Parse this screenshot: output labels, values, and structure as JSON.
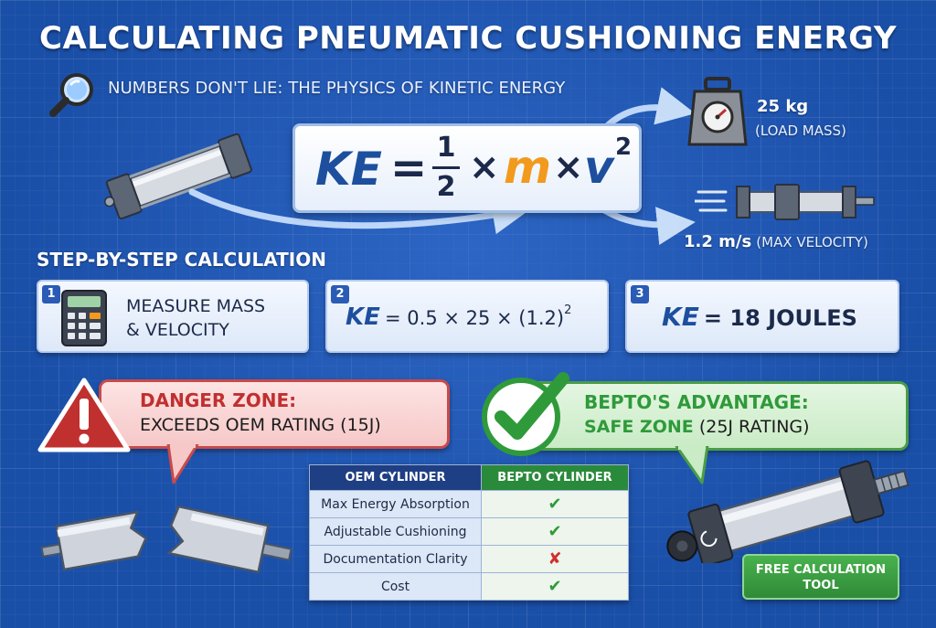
{
  "title": "CALCULATING PNEUMATIC CUSHIONING ENERGY",
  "subtitle": "NUMBERS DON'T LIE: THE PHYSICS OF KINETIC ENERGY",
  "formula": {
    "ke": "KE",
    "eq": "=",
    "num": "1",
    "den": "2",
    "times1": "×",
    "m": "m",
    "times2": "×",
    "v": "v",
    "exp": "2"
  },
  "mass": {
    "value": "25 kg",
    "label": "(LOAD MASS)"
  },
  "velocity": {
    "value": "1.2 m/s",
    "label": "(MAX VELOCITY)"
  },
  "steps_heading": "STEP-BY-STEP CALCULATION",
  "steps": [
    {
      "num": "1",
      "line1": "MEASURE MASS",
      "line2": "& VELOCITY"
    },
    {
      "num": "2",
      "ke": "KE",
      "expr": "= 0.5 × 25 × (1.2)",
      "exp": "2"
    },
    {
      "num": "3",
      "ke": "KE",
      "expr": "= 18 JOULES"
    }
  ],
  "danger": {
    "heading": "DANGER ZONE:",
    "text": "EXCEEDS OEM RATING (15J)"
  },
  "advantage": {
    "heading": "BEPTO'S ADVANTAGE:",
    "text_bold": "SAFE ZONE",
    "text_rest": " (25J RATING)"
  },
  "table": {
    "headers": [
      "OEM CYLINDER",
      "BEPTO CYLINDER"
    ],
    "rows": [
      {
        "label": "Max Energy Absorption",
        "mark": "check"
      },
      {
        "label": "Adjustable Cushioning",
        "mark": "check"
      },
      {
        "label": "Documentation Clarity",
        "mark": "cross"
      },
      {
        "label": "Cost",
        "mark": "check"
      }
    ]
  },
  "free_tool": {
    "line1": "FREE CALCULATION",
    "line2": "TOOL"
  },
  "colors": {
    "background": "#1a4fa8",
    "formula_blue": "#1d4f9e",
    "formula_orange": "#f29a1d",
    "danger_red": "#c0302f",
    "safe_green": "#2f9a3a"
  }
}
